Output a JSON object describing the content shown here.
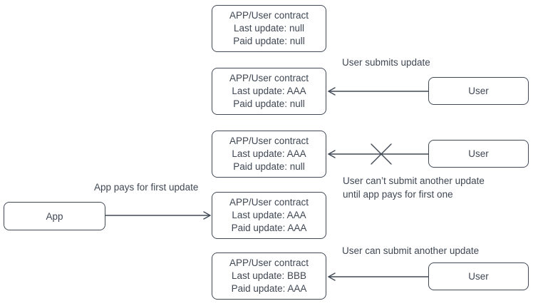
{
  "colors": {
    "stroke": "#414956",
    "text": "#3f4753",
    "background": "#ffffff"
  },
  "states": [
    {
      "title": "APP/User contract",
      "last_update": "Last update: null",
      "paid_update": "Paid update: null"
    },
    {
      "title": "APP/User contract",
      "last_update": "Last update: AAA",
      "paid_update": "Paid update: null"
    },
    {
      "title": "APP/User contract",
      "last_update": "Last update: AAA",
      "paid_update": "Paid update: null"
    },
    {
      "title": "APP/User contract",
      "last_update": "Last update: AAA",
      "paid_update": "Paid update: AAA"
    },
    {
      "title": "APP/User contract",
      "last_update": "Last update: BBB",
      "paid_update": "Paid update: AAA"
    }
  ],
  "actors": {
    "app": "App",
    "user_submit": "User",
    "user_blocked": "User",
    "user_again": "User"
  },
  "annotations": {
    "user_submits": "User submits update",
    "user_cant_line1": "User can’t submit another update",
    "user_cant_line2": "until app pays for first one",
    "app_pays": "App pays for first update",
    "user_can": "User can submit another update"
  }
}
